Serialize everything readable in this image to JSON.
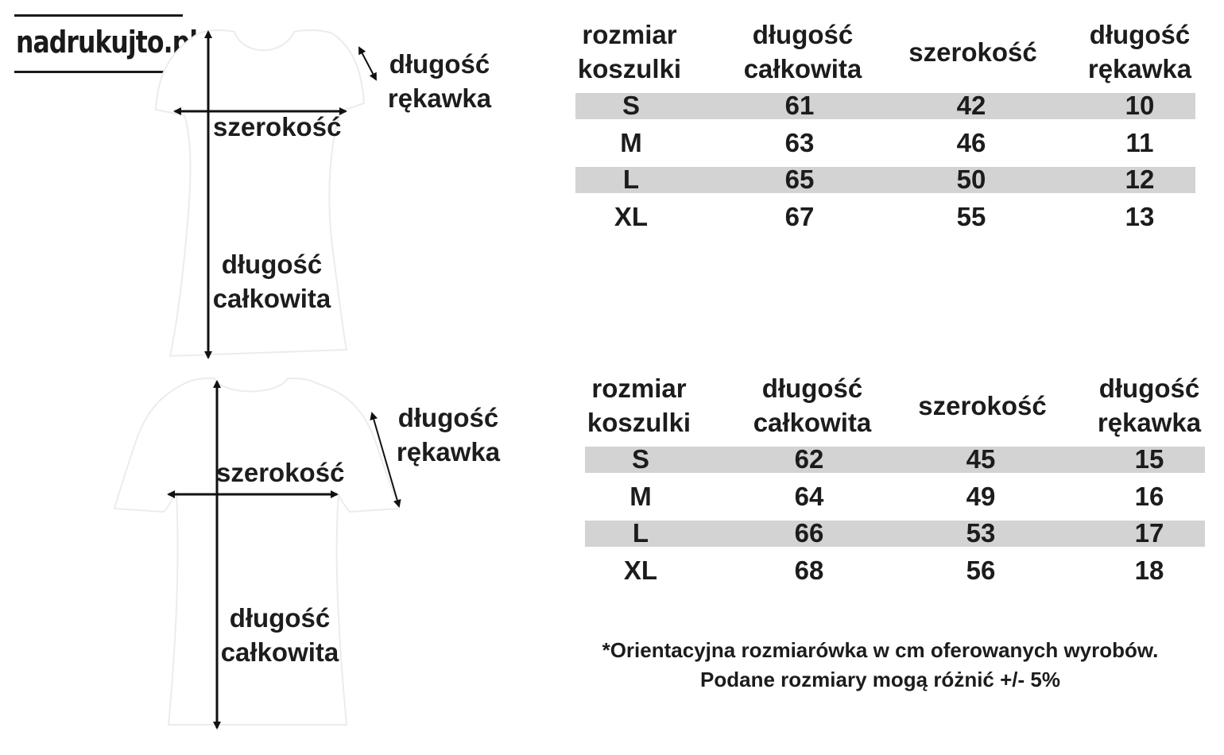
{
  "brand": {
    "logo_text": "nadrukujto.pl"
  },
  "figures": [
    {
      "id": "fitted",
      "sleeve_label": [
        "długość",
        "rękawka"
      ],
      "width_label": "szerokość",
      "length_label": [
        "długość",
        "całkowita"
      ]
    },
    {
      "id": "classic",
      "sleeve_label": [
        "długość",
        "rękawka"
      ],
      "width_label": "szerokość",
      "length_label": [
        "długość",
        "całkowita"
      ]
    }
  ],
  "tables": [
    {
      "headers": [
        [
          "rozmiar",
          "koszulki"
        ],
        [
          "długość",
          "całkowita"
        ],
        [
          "szerokość"
        ],
        [
          "długość",
          "rękawka"
        ]
      ],
      "rows": [
        [
          "S",
          "61",
          "42",
          "10"
        ],
        [
          "M",
          "63",
          "46",
          "11"
        ],
        [
          "L",
          "65",
          "50",
          "12"
        ],
        [
          "XL",
          "67",
          "55",
          "13"
        ]
      ]
    },
    {
      "headers": [
        [
          "rozmiar",
          "koszulki"
        ],
        [
          "długość",
          "całkowita"
        ],
        [
          "szerokość"
        ],
        [
          "długość",
          "rękawka"
        ]
      ],
      "rows": [
        [
          "S",
          "62",
          "45",
          "15"
        ],
        [
          "M",
          "64",
          "49",
          "16"
        ],
        [
          "L",
          "66",
          "53",
          "17"
        ],
        [
          "XL",
          "68",
          "56",
          "18"
        ]
      ]
    }
  ],
  "note": {
    "line1": "*Orientacyjna rozmiarówka w cm oferowanych wyrobów.",
    "line2": "Podane rozmiary mogą różnić +/- 5%"
  }
}
